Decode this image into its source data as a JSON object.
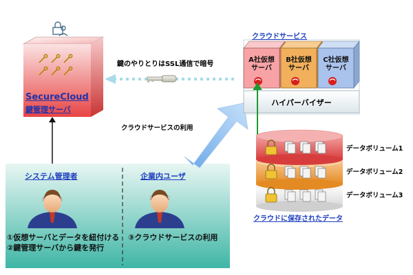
{
  "secure_cloud": {
    "title": "SecureCloud",
    "subtitle": "鍵管理サーバ"
  },
  "ssl_label": "鍵のやりとりはSSL通信で暗号",
  "cloud_use_label": "クラウドサービスの利用",
  "cloud_service": {
    "title": "クラウドサービス",
    "vms": [
      {
        "line1": "A社仮想",
        "line2": "サーバ",
        "color": "#f7a3a6"
      },
      {
        "line1": "B社仮想",
        "line2": "サーバ",
        "color": "#f2b05c"
      },
      {
        "line1": "C社仮想",
        "line2": "サーバ",
        "color": "#a9c3ec"
      }
    ],
    "hypervisor": "ハイパーバイザー"
  },
  "volumes": [
    {
      "label": "データボリューム1",
      "color": "#e86a6a"
    },
    {
      "label": "データボリューム2",
      "color": "#f0a248"
    },
    {
      "label": "データボリューム3",
      "color": "#eeeeee"
    }
  ],
  "cloud_data_label": "クラウドに保存されたデータ",
  "admin_panel": {
    "title": "システム管理者",
    "step1": "①仮想サーバとデータを紐付ける",
    "step2": "②鍵管理サーバから鍵を発行"
  },
  "user_panel": {
    "title": "企業内ユーザ",
    "step3": "③クラウドサービスの利用"
  }
}
